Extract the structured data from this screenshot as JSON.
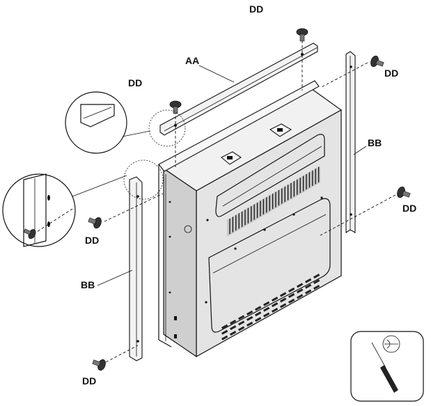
{
  "labels": {
    "screw_top": "DD",
    "screw_aa_left": "DD",
    "screw_right_top": "DD",
    "screw_right_bottom": "DD",
    "screw_left_middle": "DD",
    "screw_left_bottom": "DD",
    "top_bracket": "AA",
    "right_bracket": "BB",
    "left_bracket": "BB"
  },
  "icons": {
    "screw": "screw-icon",
    "screwdriver": "screwdriver-icon",
    "magnifier": "detail-callout-icon"
  }
}
